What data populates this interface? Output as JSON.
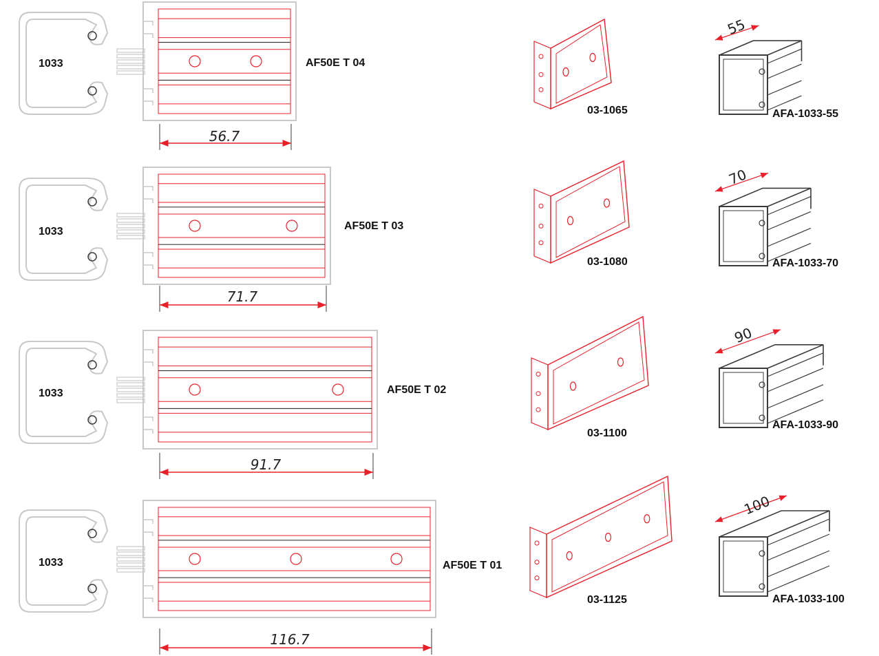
{
  "colors": {
    "outline": "#c8c8c8",
    "red": "#e8202a",
    "dark": "#3a3a3a",
    "text": "#111111"
  },
  "rows": [
    {
      "profile_label": "1033",
      "part_label": "AF50E T 04",
      "dimension": "56.7",
      "holes": 2,
      "bracket_label": "03-1065",
      "iso_dimension": "55",
      "iso_label": "AFA-1033-55"
    },
    {
      "profile_label": "1033",
      "part_label": "AF50E T 03",
      "dimension": "71.7",
      "holes": 2,
      "bracket_label": "03-1080",
      "iso_dimension": "70",
      "iso_label": "AFA-1033-70"
    },
    {
      "profile_label": "1033",
      "part_label": "AF50E T 02",
      "dimension": "91.7",
      "holes": 2,
      "bracket_label": "03-1100",
      "iso_dimension": "90",
      "iso_label": "AFA-1033-90"
    },
    {
      "profile_label": "1033",
      "part_label": "AF50E T 01",
      "dimension": "116.7",
      "holes": 3,
      "bracket_label": "03-1125",
      "iso_dimension": "100",
      "iso_label": "AFA-1033-100"
    }
  ]
}
